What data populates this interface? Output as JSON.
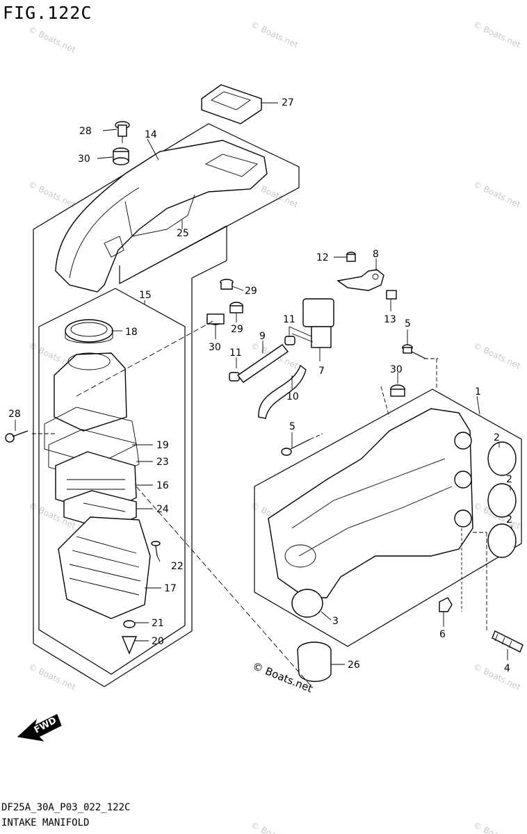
{
  "figure": {
    "title": "FIG.122C",
    "code": "DF25A_30A_P03_022_122C",
    "name": "INTAKE MANIFOLD"
  },
  "watermark": "© Boats.net",
  "copyright": "© Boats.net",
  "direction_label": "FWD",
  "callouts": {
    "c1": "1",
    "c2a": "2",
    "c2b": "2",
    "c2c": "2",
    "c3": "3",
    "c4": "4",
    "c5a": "5",
    "c5b": "5",
    "c6": "6",
    "c7": "7",
    "c8": "8",
    "c9": "9",
    "c10": "10",
    "c11a": "11",
    "c11b": "11",
    "c12": "12",
    "c13": "13",
    "c14": "14",
    "c15": "15",
    "c16": "16",
    "c17": "17",
    "c18": "18",
    "c19": "19",
    "c20": "20",
    "c21": "21",
    "c22": "22",
    "c23": "23",
    "c24": "24",
    "c25": "25",
    "c26": "26",
    "c27": "27",
    "c28a": "28",
    "c28b": "28",
    "c29a": "29",
    "c29b": "29",
    "c30a": "30",
    "c30b": "30",
    "c30c": "30"
  }
}
